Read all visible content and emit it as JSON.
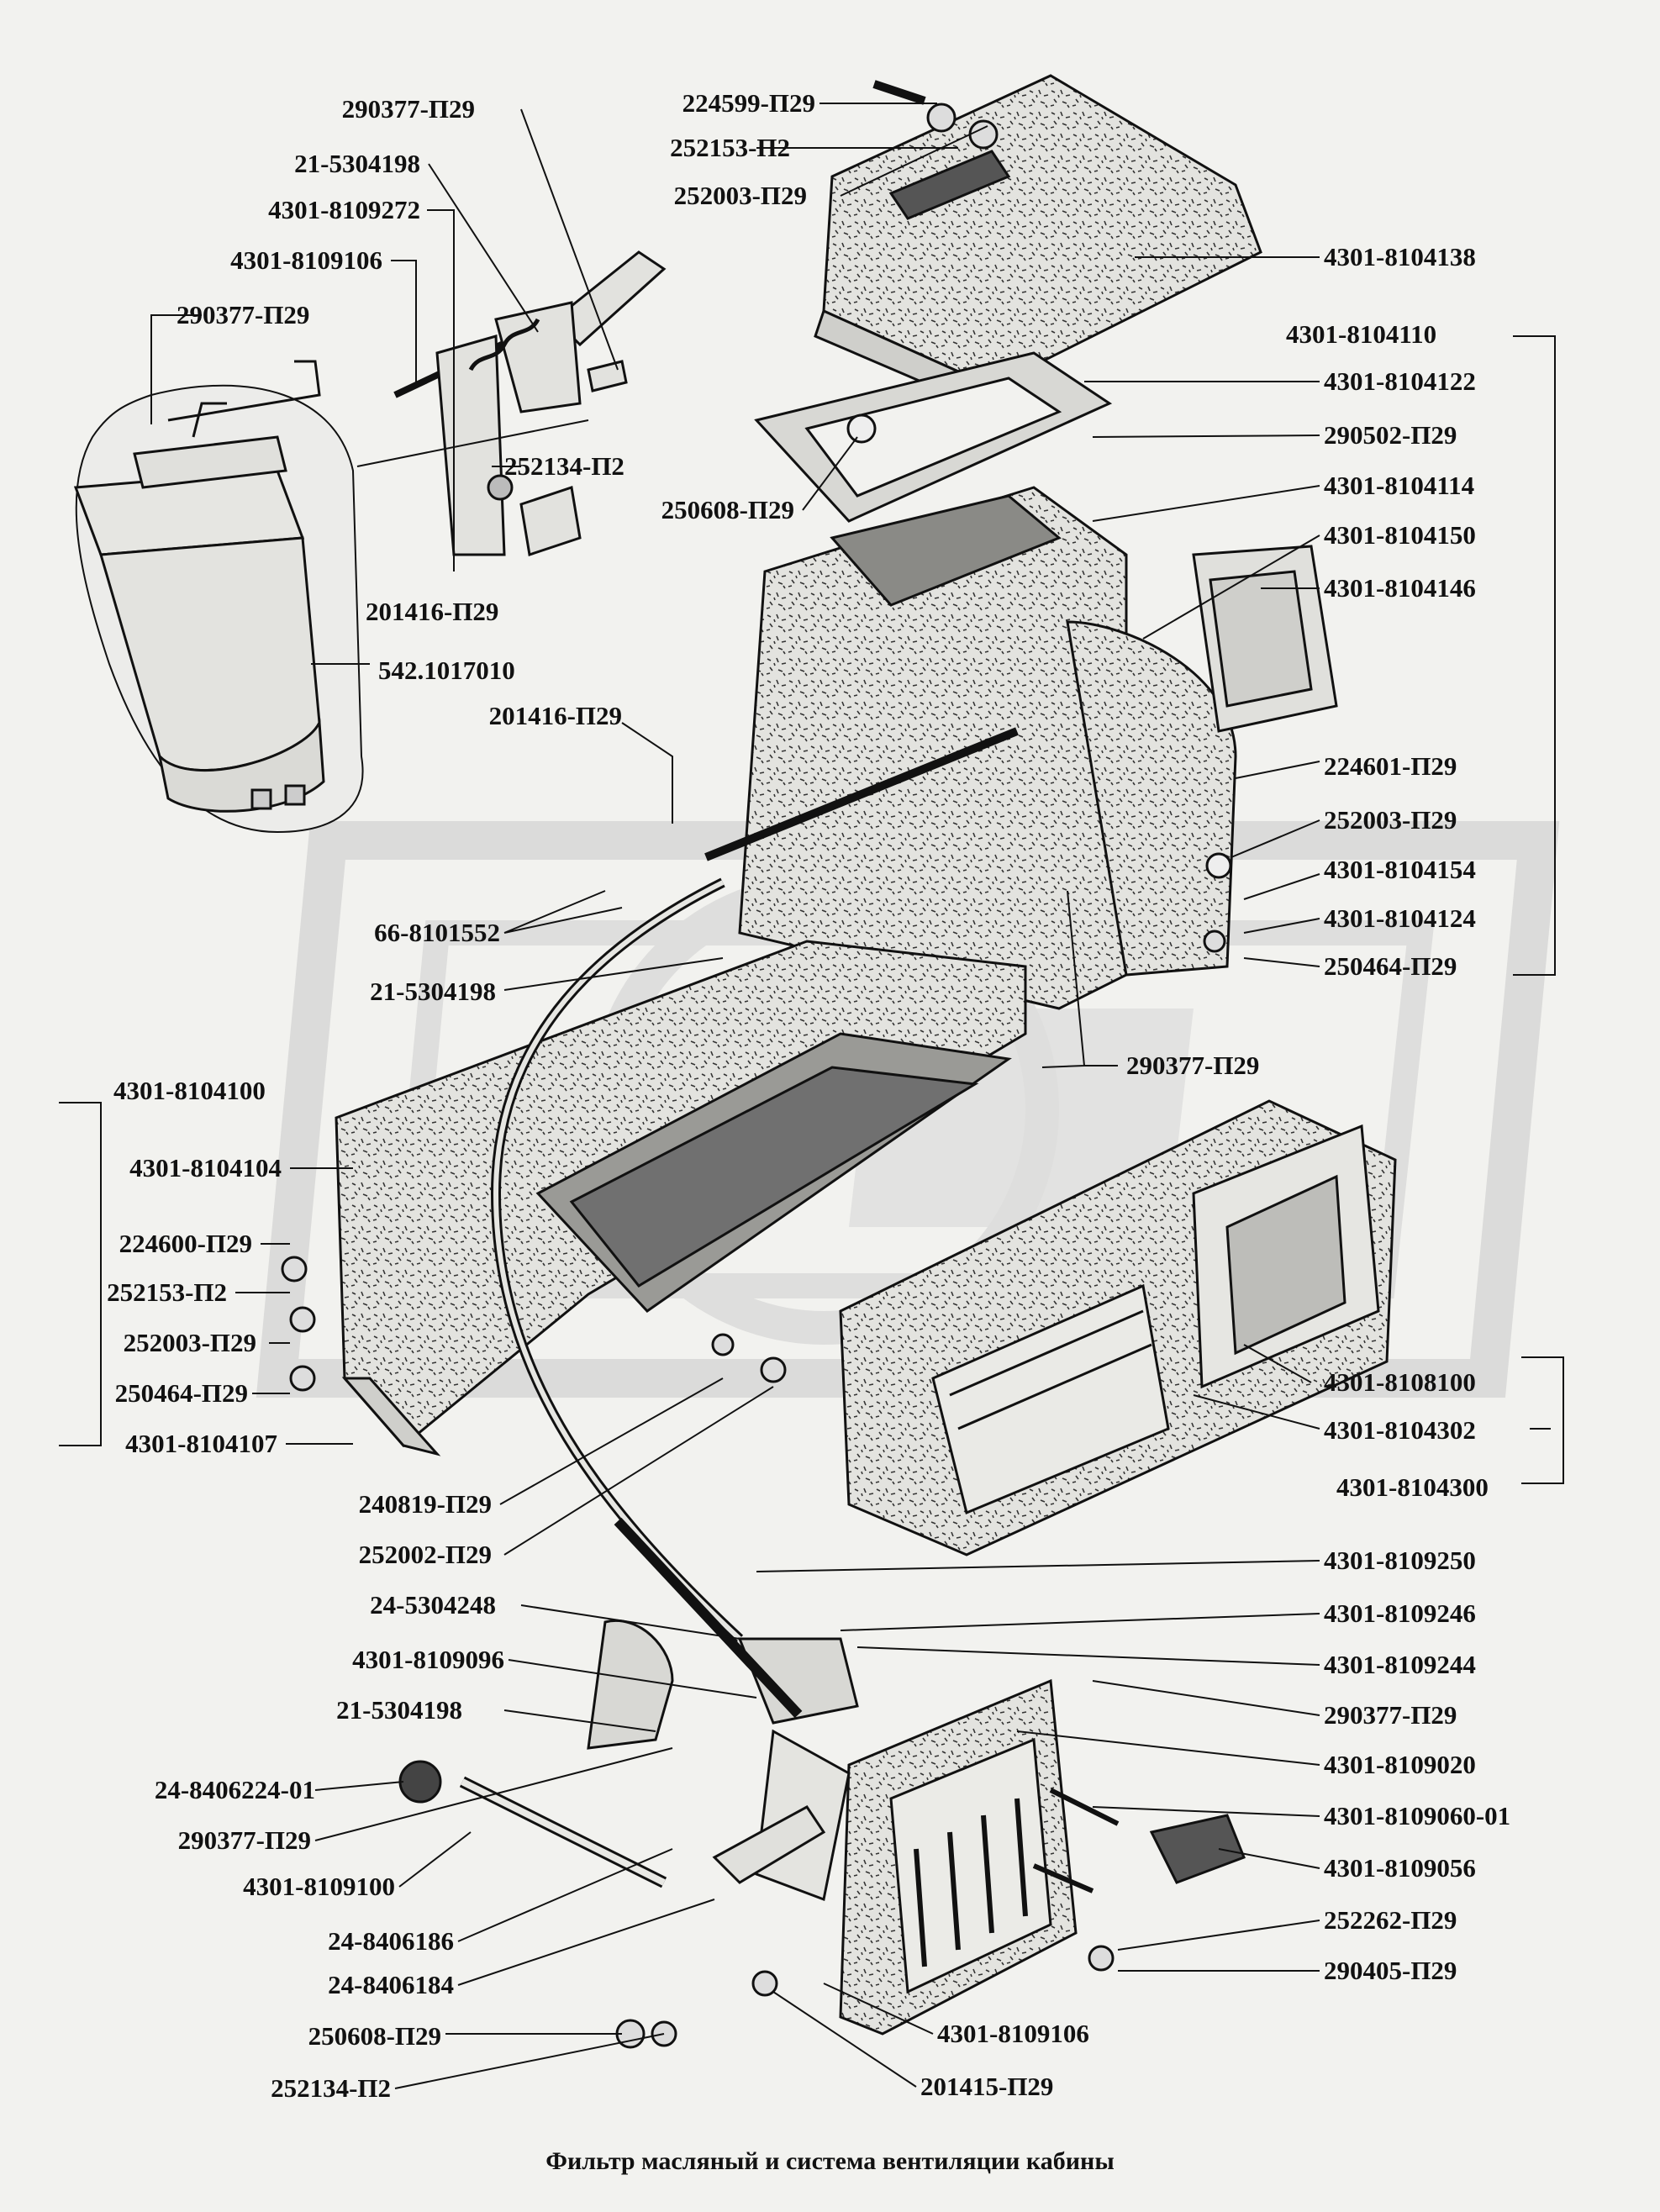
{
  "caption": "Фильтр масляный и система вентиляции кабины",
  "colors": {
    "background": "#f2f2ef",
    "ink": "#111111",
    "watermark": "#d6d6d6",
    "part_fill": "#dcdcd8"
  },
  "labels": [
    {
      "id": "290377-p29-a",
      "text": "290377-П29"
    },
    {
      "id": "21-5304198-a",
      "text": "21-5304198"
    },
    {
      "id": "4301-8109272",
      "text": "4301-8109272"
    },
    {
      "id": "4301-8109106-a",
      "text": "4301-8109106"
    },
    {
      "id": "290377-p29-b",
      "text": "290377-П29"
    },
    {
      "id": "224599-p29",
      "text": "224599-П29"
    },
    {
      "id": "252153-p2-a",
      "text": "252153-П2"
    },
    {
      "id": "252003-p29-a",
      "text": "252003-П29"
    },
    {
      "id": "4301-8104138",
      "text": "4301-8104138"
    },
    {
      "id": "4301-8104110",
      "text": "4301-8104110"
    },
    {
      "id": "4301-8104122",
      "text": "4301-8104122"
    },
    {
      "id": "290502-p29",
      "text": "290502-П29"
    },
    {
      "id": "252134-p2-a",
      "text": "252134-П2"
    },
    {
      "id": "250608-p29-a",
      "text": "250608-П29"
    },
    {
      "id": "4301-8104114",
      "text": "4301-8104114"
    },
    {
      "id": "4301-8104150",
      "text": "4301-8104150"
    },
    {
      "id": "4301-8104146",
      "text": "4301-8104146"
    },
    {
      "id": "201416-p29-a",
      "text": "201416-П29"
    },
    {
      "id": "542-1017010",
      "text": "542.1017010"
    },
    {
      "id": "201416-p29-b",
      "text": "201416-П29"
    },
    {
      "id": "224601-p29",
      "text": "224601-П29"
    },
    {
      "id": "252003-p29-b",
      "text": "252003-П29"
    },
    {
      "id": "4301-8104154",
      "text": "4301-8104154"
    },
    {
      "id": "4301-8104124",
      "text": "4301-8104124"
    },
    {
      "id": "250464-p29-a",
      "text": "250464-П29"
    },
    {
      "id": "66-8101552",
      "text": "66-8101552"
    },
    {
      "id": "21-5304198-b",
      "text": "21-5304198"
    },
    {
      "id": "290377-p29-c",
      "text": "290377-П29"
    },
    {
      "id": "4301-8104100",
      "text": "4301-8104100"
    },
    {
      "id": "4301-8104104",
      "text": "4301-8104104"
    },
    {
      "id": "224600-p29",
      "text": "224600-П29"
    },
    {
      "id": "252153-p2-b",
      "text": "252153-П2"
    },
    {
      "id": "252003-p29-c",
      "text": "252003-П29"
    },
    {
      "id": "250464-p29-b",
      "text": "250464-П29"
    },
    {
      "id": "4301-8104107",
      "text": "4301-8104107"
    },
    {
      "id": "4301-8108100",
      "text": "4301-8108100"
    },
    {
      "id": "4301-8104302",
      "text": "4301-8104302"
    },
    {
      "id": "4301-8104300",
      "text": "4301-8104300"
    },
    {
      "id": "240819-p29",
      "text": "240819-П29"
    },
    {
      "id": "252002-p29",
      "text": "252002-П29"
    },
    {
      "id": "4301-8109250",
      "text": "4301-8109250"
    },
    {
      "id": "24-5304248",
      "text": "24-5304248"
    },
    {
      "id": "4301-8109246",
      "text": "4301-8109246"
    },
    {
      "id": "4301-8109096",
      "text": "4301-8109096"
    },
    {
      "id": "4301-8109244",
      "text": "4301-8109244"
    },
    {
      "id": "21-5304198-c",
      "text": "21-5304198"
    },
    {
      "id": "290377-p29-d",
      "text": "290377-П29"
    },
    {
      "id": "24-8406224-01",
      "text": "24-8406224-01"
    },
    {
      "id": "4301-8109020",
      "text": "4301-8109020"
    },
    {
      "id": "290377-p29-e",
      "text": "290377-П29"
    },
    {
      "id": "4301-8109060-01",
      "text": "4301-8109060-01"
    },
    {
      "id": "4301-8109100",
      "text": "4301-8109100"
    },
    {
      "id": "4301-8109056",
      "text": "4301-8109056"
    },
    {
      "id": "24-8406186",
      "text": "24-8406186"
    },
    {
      "id": "252262-p29",
      "text": "252262-П29"
    },
    {
      "id": "24-8406184",
      "text": "24-8406184"
    },
    {
      "id": "290405-p29",
      "text": "290405-П29"
    },
    {
      "id": "4301-8109106-b",
      "text": "4301-8109106"
    },
    {
      "id": "250608-p29-b",
      "text": "250608-П29"
    },
    {
      "id": "252134-p2-b",
      "text": "252134-П2"
    },
    {
      "id": "201415-p29",
      "text": "201415-П29"
    }
  ]
}
